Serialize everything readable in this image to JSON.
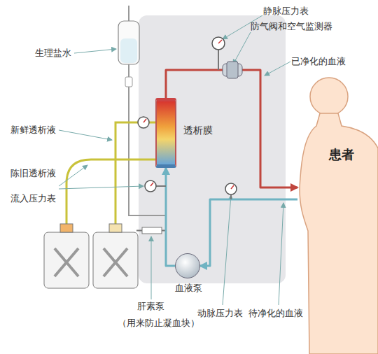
{
  "diagram": {
    "nodes": [
      {
        "text": [
          "透析膜"
        ]
      },
      {
        "text": [
          "患者"
        ]
      },
      {
        "text": [
          "血液泵"
        ]
      }
    ],
    "edges": [
      {
        "from": 1,
        "to": 2,
        "arrow": "to"
      },
      {
        "from": 2,
        "to": 0,
        "arrow": "to"
      },
      {
        "from": 0,
        "to": 1,
        "arrow": "to"
      }
    ],
    "labels": [
      "静脉压力表",
      "防气阀和空气监测器",
      "已净化的血液",
      "生理盐水",
      "新鲜透析液",
      "陈旧透析液",
      "流入压力表",
      "肝素泵",
      "（用来防止凝血块）",
      "动脉压力表",
      "待净化的血液"
    ]
  }
}
